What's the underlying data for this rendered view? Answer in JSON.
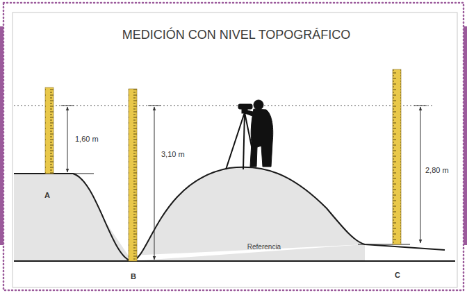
{
  "diagram": {
    "title": "MEDICIÓN CON NIVEL TOPOGRÁFICO",
    "labels": [
      "1,60 m",
      "3,10 m",
      "2,80 m",
      "A",
      "B",
      "C",
      "Referencia"
    ]
  }
}
